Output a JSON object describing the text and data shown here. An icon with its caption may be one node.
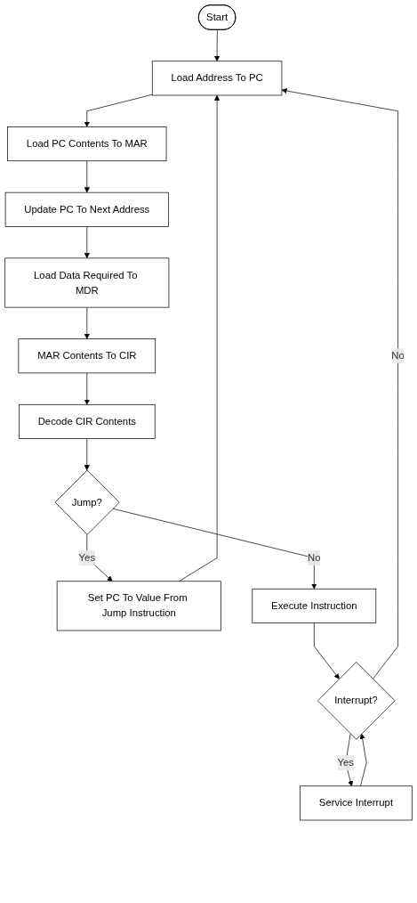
{
  "diagram": {
    "nodes": [
      {
        "text": [
          "Start"
        ]
      },
      {
        "text": [
          "Load Address To PC"
        ]
      },
      {
        "text": [
          "Load PC Contents To MAR"
        ]
      },
      {
        "text": [
          "Update PC To Next Address"
        ]
      },
      {
        "text": [
          "Load Data Required To MDR"
        ]
      },
      {
        "text": [
          "MAR Contents To CIR"
        ]
      },
      {
        "text": [
          "Decode CIR Contents"
        ]
      },
      {
        "text": [
          "Jump?"
        ]
      },
      {
        "text": [
          "Set PC To Value From Jump Instruction"
        ]
      },
      {
        "text": [
          "Execute Instruction"
        ]
      },
      {
        "text": [
          "Interrupt?"
        ]
      },
      {
        "text": [
          "Service Interrupt"
        ]
      }
    ],
    "edges": [
      {
        "from": 0,
        "to": 1,
        "arrow": "to"
      },
      {
        "from": 1,
        "to": 2,
        "arrow": "to"
      },
      {
        "from": 2,
        "to": 3,
        "arrow": "to"
      },
      {
        "from": 3,
        "to": 4,
        "arrow": "to"
      },
      {
        "from": 4,
        "to": 5,
        "arrow": "to"
      },
      {
        "from": 5,
        "to": 6,
        "arrow": "to"
      },
      {
        "from": 6,
        "to": 7,
        "arrow": "to"
      },
      {
        "from": 7,
        "to": 8,
        "arrow": "to",
        "label": "Yes"
      },
      {
        "from": 7,
        "to": 9,
        "arrow": "to",
        "label": "No"
      },
      {
        "from": 8,
        "to": 1,
        "arrow": "to"
      },
      {
        "from": 9,
        "to": 10,
        "arrow": "to"
      },
      {
        "from": 10,
        "to": 11,
        "arrow": "to",
        "label": "Yes"
      },
      {
        "from": 11,
        "to": 10,
        "arrow": "to"
      },
      {
        "from": 10,
        "to": 1,
        "arrow": "to",
        "label": "No"
      }
    ]
  }
}
